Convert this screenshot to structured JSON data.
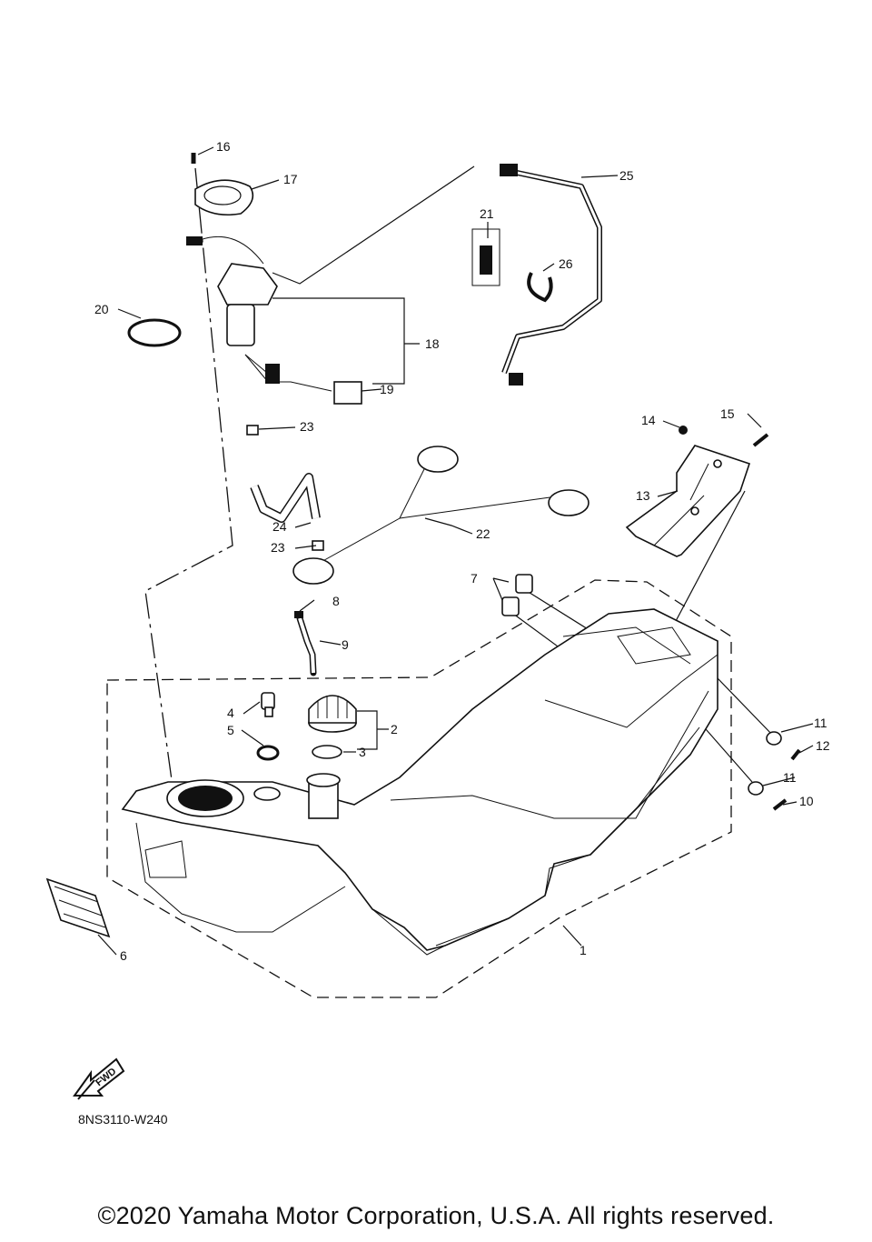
{
  "callouts": {
    "c1": "1",
    "c2": "2",
    "c3": "3",
    "c4": "4",
    "c5": "5",
    "c6": "6",
    "c7": "7",
    "c8": "8",
    "c9": "9",
    "c10": "10",
    "c11a": "11",
    "c11b": "11",
    "c12": "12",
    "c13": "13",
    "c14": "14",
    "c15": "15",
    "c16": "16",
    "c17": "17",
    "c18": "18",
    "c19": "19",
    "c20": "20",
    "c21": "21",
    "c22": "22",
    "c23a": "23",
    "c23b": "23",
    "c24": "24",
    "c25": "25",
    "c26": "26"
  },
  "fwd_label": "FWD",
  "drawing_code": "8NS3110-W240",
  "copyright": "©2020 Yamaha Motor Corporation, U.S.A. All rights reserved."
}
